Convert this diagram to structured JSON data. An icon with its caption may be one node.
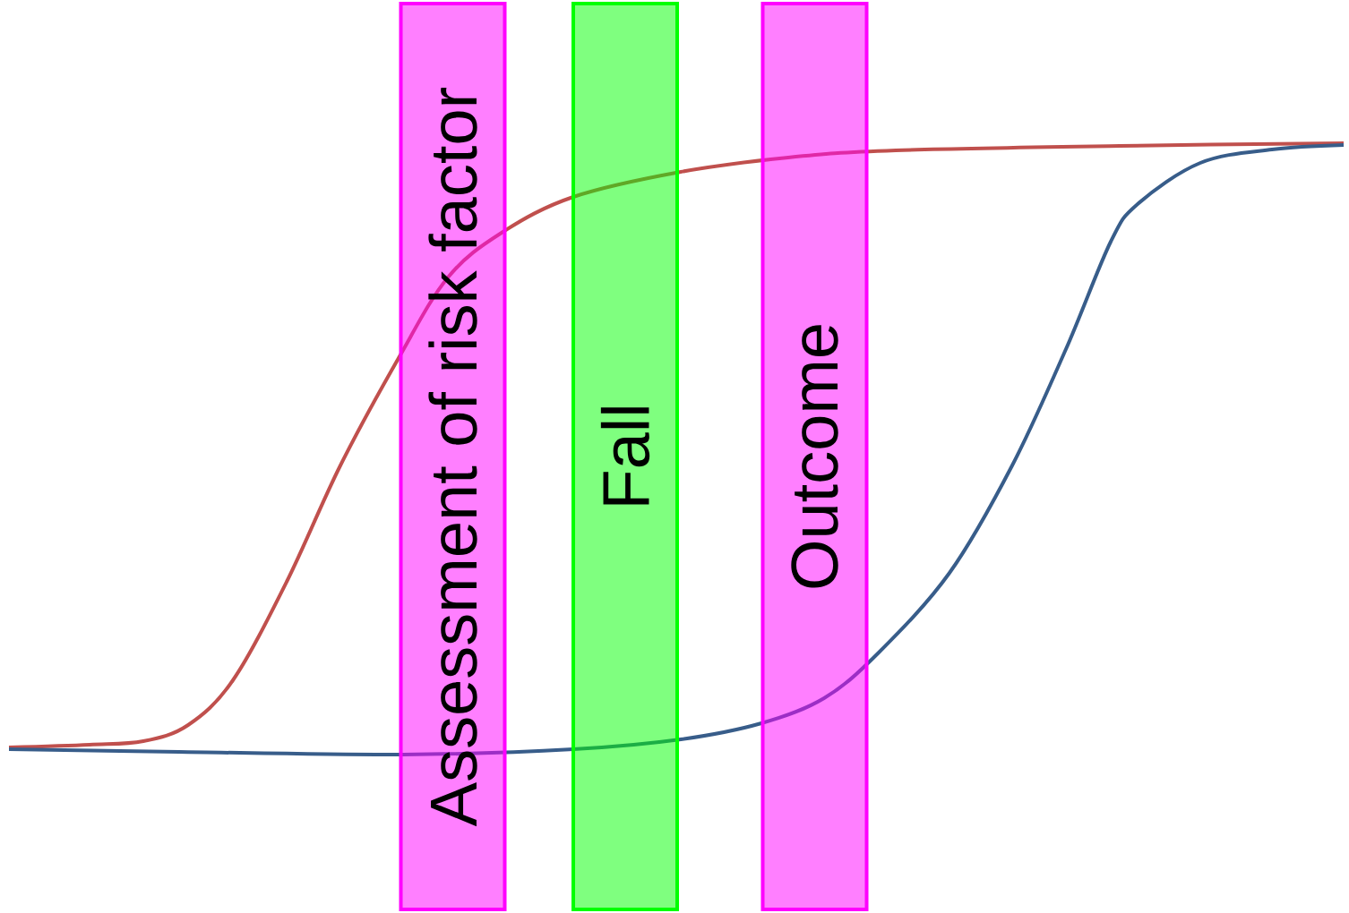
{
  "diagram": {
    "nodes": [
      {
        "text": [
          "Assessment of risk factor"
        ]
      },
      {
        "text": [
          "Fall"
        ]
      },
      {
        "text": [
          "Outcome"
        ]
      }
    ]
  }
}
